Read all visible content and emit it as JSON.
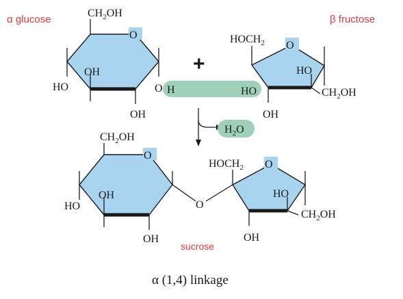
{
  "glucose_name": "α glucose",
  "fructose_name": "β fructose",
  "plus": "+",
  "water": {
    "base": "H",
    "sub": "2",
    "end": "O"
  },
  "product_name": "sucrose",
  "caption": "α (1,4) linkage",
  "labels": {
    "ch2oh_base": "CH",
    "ch2oh_sub": "2",
    "ch2oh_end": "OH",
    "hoch2_base": "HOCH",
    "hoch2_sub": "2",
    "ring_o": "O",
    "oh": "OH",
    "ho": "HO",
    "h": "H",
    "o": "O"
  },
  "colors": {
    "ring_fill": "#a8d4ef",
    "highlight": "#9fd1b8",
    "name_red": "#e03a3a"
  }
}
